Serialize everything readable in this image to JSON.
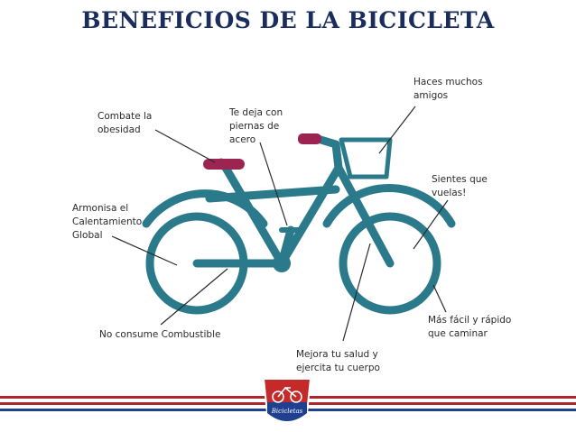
{
  "title": "BENEFICIOS DE LA BICICLETA",
  "labels": {
    "obesidad": "Combate la\nobesidad",
    "piernas": "Te deja con\npiernas de\nacero",
    "amigos": "Haces muchos\namigos",
    "vuelas": "Sientes que\nvuelas!",
    "calentamiento": "Armonisa el\nCalentamiento\nGlobal",
    "combustible": "No consume Combustible",
    "salud": "Mejora tu salud y\nejercita tu cuerpo",
    "caminar": "Más fácil y rápido\nque caminar"
  },
  "logo": {
    "text": "Bicicletas"
  },
  "colors": {
    "bike": "#2a7a8c",
    "seat": "#9c2450",
    "title": "#1a2d5c",
    "stripe_red": "#b0242c",
    "stripe_blue": "#1f3f8f"
  }
}
